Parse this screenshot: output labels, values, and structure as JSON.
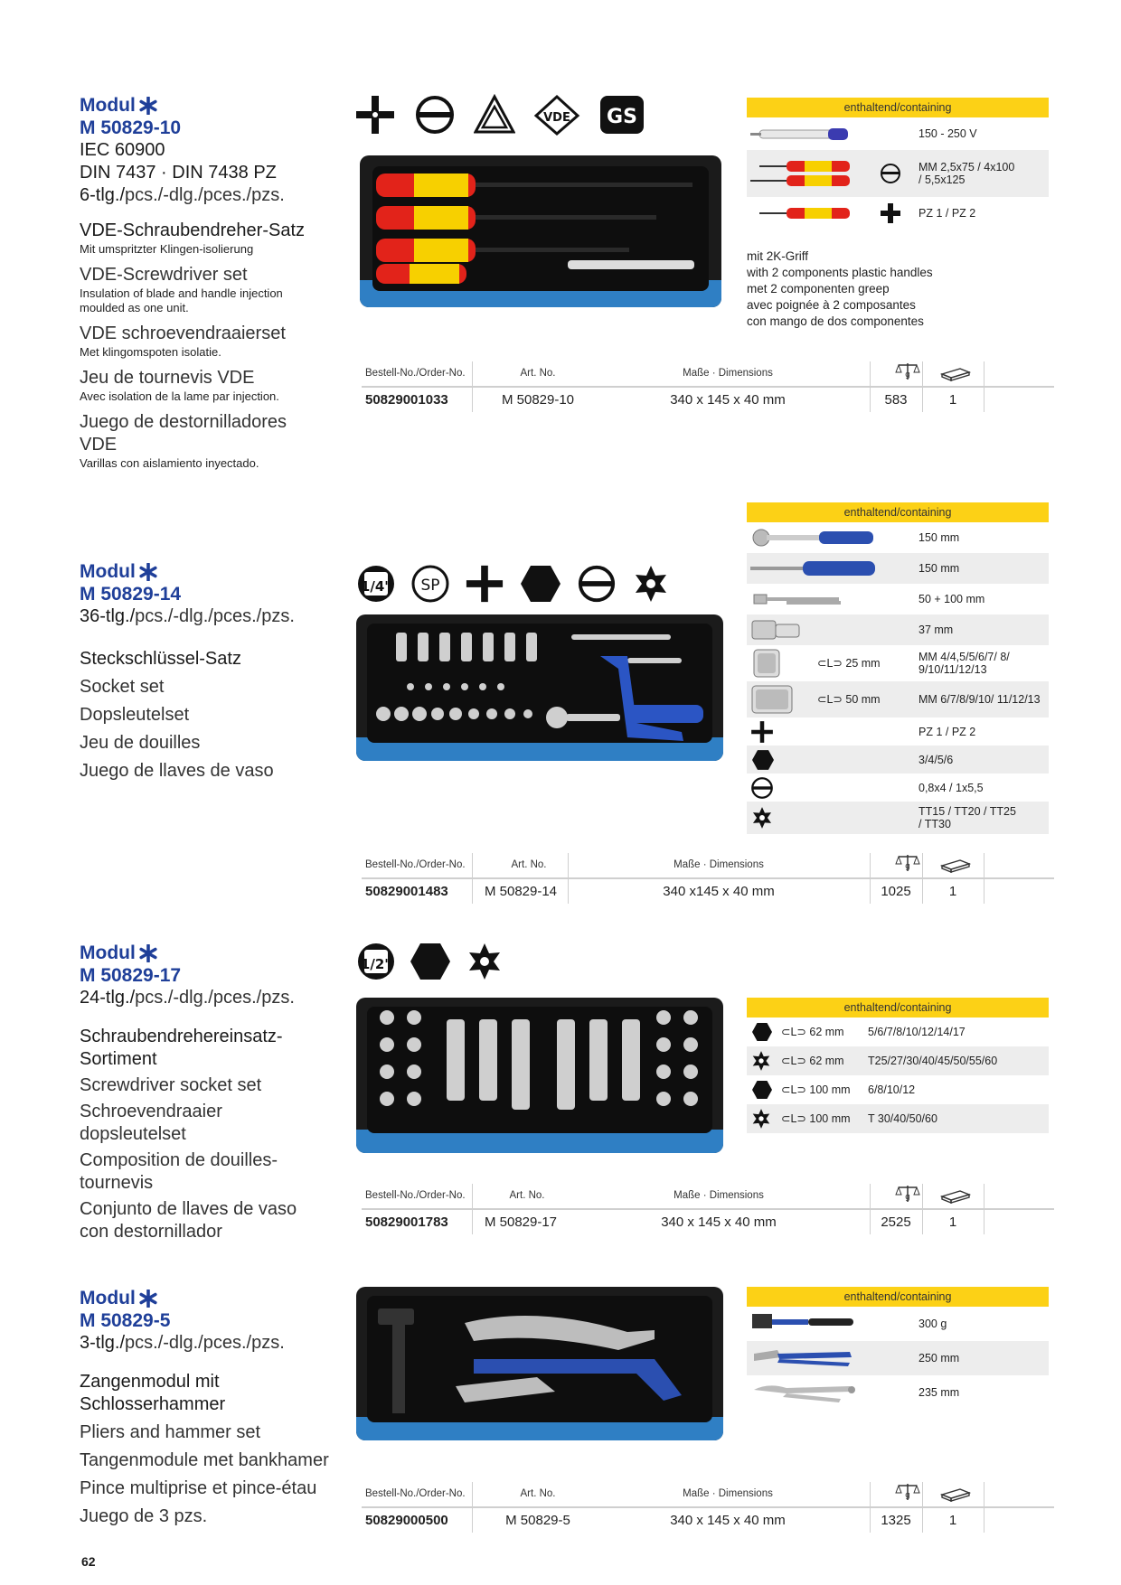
{
  "page_number": "62",
  "modules": [
    {
      "label": "Modul",
      "code": "M 50829-10",
      "extra": [
        "IEC 60900",
        "DIN 7437 · DIN 7438 PZ"
      ],
      "count_bold": "6-tlg./",
      "count_rest": "pcs./-dlg./pces./pzs.",
      "titles": [
        {
          "title": "VDE-Schraubendreher-Satz",
          "sub": "Mit umspritzter Klingen-isolierung"
        },
        {
          "title": "VDE-Screwdriver set",
          "sub": "Insulation of blade and handle injection moulded as one unit."
        },
        {
          "title": "VDE schroevendraaierset",
          "sub": "Met klingomspoten isolatie."
        },
        {
          "title": "Jeu de tournevis VDE",
          "sub": "Avec isolation de la lame par injection."
        },
        {
          "title": "Juego de destornilladores VDE",
          "sub": "Varillas con aislamiento inyectado."
        }
      ],
      "symbols": [
        "phillips-cross-icon",
        "slotted-icon",
        "triangle-insulation-icon",
        "vde-mark-icon",
        "gs-mark-icon"
      ],
      "vde_text": "VDE",
      "gs_text": "GS",
      "containing_label": "enthaltend/containing",
      "containing": [
        {
          "icon": "voltage-tester-icon",
          "text": "150 - 250 V"
        },
        {
          "icon": "vde-slotted-screwdrivers-icon",
          "text": "MM 2,5x75 / 4x100 / 5,5x125"
        },
        {
          "icon": "vde-pz-screwdriver-icon",
          "text": "PZ 1 / PZ 2"
        }
      ],
      "note": [
        "mit 2K-Griff",
        "with 2 components plastic handles",
        "met 2 componenten greep",
        "avec poignée à 2 composantes",
        "con mango de dos componentes"
      ],
      "order": {
        "order_label": "Bestell-No./Order-No.",
        "art_label": "Art. No.",
        "dim_label": "Maße · Dimensions",
        "order_no": "50829001033",
        "art_no": "M 50829-10",
        "dims": "340 x 145 x 40 mm",
        "weight": "583",
        "qty": "1"
      }
    },
    {
      "label": "Modul",
      "code": "M 50829-14",
      "count_bold": "36-tlg./",
      "count_rest": "pcs./-dlg./pces./pzs.",
      "titles": [
        "Steckschlüssel-Satz",
        "Socket set",
        "Dopsleutelset",
        "Jeu de douilles",
        "Juego de llaves de vaso"
      ],
      "symbols": [
        "quarter-inch-drive-icon",
        "sp-mark-icon",
        "phillips-cross-icon",
        "hexagon-icon",
        "slotted-icon",
        "torx-icon"
      ],
      "drive_text": "1/4\"",
      "sp_text": "SP",
      "containing_label": "enthaltend/containing",
      "containing": [
        {
          "icon": "ratchet-icon",
          "mid": "",
          "text": "150 mm"
        },
        {
          "icon": "screwdriver-handle-icon",
          "mid": "",
          "text": "150 mm"
        },
        {
          "icon": "extension-bar-icon",
          "mid": "",
          "text": "50 + 100 mm"
        },
        {
          "icon": "universal-joint-icon",
          "mid": "",
          "text": "37 mm"
        },
        {
          "icon": "short-socket-icon",
          "mid": "⊂L⊃ 25 mm",
          "text": "MM 4/4,5/5/6/7/ 8/ 9/10/11/12/13"
        },
        {
          "icon": "long-socket-icon",
          "mid": "⊂L⊃ 50 mm",
          "text": "MM 6/7/8/9/10/ 11/12/13"
        },
        {
          "icon": "phillips-cross-icon",
          "mid": "",
          "text": "PZ 1 / PZ 2"
        },
        {
          "icon": "hexagon-icon",
          "mid": "",
          "text": "3/4/5/6"
        },
        {
          "icon": "slotted-icon",
          "mid": "",
          "text": "0,8x4 / 1x5,5"
        },
        {
          "icon": "torx-icon",
          "mid": "",
          "text": "TT15 / TT20 / TT25 / TT30"
        }
      ],
      "order": {
        "order_label": "Bestell-No./Order-No.",
        "art_label": "Art. No.",
        "dim_label": "Maße · Dimensions",
        "order_no": "50829001483",
        "art_no": "M 50829-14",
        "dims": "340 x145 x 40 mm",
        "weight": "1025",
        "qty": "1"
      }
    },
    {
      "label": "Modul",
      "code": "M 50829-17",
      "count_bold": "24-tlg./",
      "count_rest": "pcs./-dlg./pces./pzs.",
      "titles": [
        "Schraubendrehereinsatz-Sortiment",
        "Screwdriver socket set",
        "Schroevendraaier dopsleutelset",
        "Composition de douilles-tournevis",
        "Conjunto de llaves de vaso con destornillador"
      ],
      "symbols": [
        "half-inch-drive-icon",
        "hexagon-icon",
        "torx-icon"
      ],
      "drive_text": "1/2\"",
      "containing_label": "enthaltend/containing",
      "containing": [
        {
          "icon": "hexagon-icon",
          "len": "⊂L⊃ 62 mm",
          "text": "5/6/7/8/10/12/14/17"
        },
        {
          "icon": "torx-icon",
          "len": "⊂L⊃ 62 mm",
          "text": "T25/27/30/40/45/50/55/60"
        },
        {
          "icon": "hexagon-icon",
          "len": "⊂L⊃ 100 mm",
          "text": "6/8/10/12"
        },
        {
          "icon": "torx-icon",
          "len": "⊂L⊃ 100 mm",
          "text": "T 30/40/50/60"
        }
      ],
      "order": {
        "order_label": "Bestell-No./Order-No.",
        "art_label": "Art. No.",
        "dim_label": "Maße · Dimensions",
        "order_no": "50829001783",
        "art_no": "M 50829-17",
        "dims": "340 x 145 x 40 mm",
        "weight": "2525",
        "qty": "1"
      }
    },
    {
      "label": "Modul",
      "code": "M 50829-5",
      "count_bold": "3-tlg./",
      "count_rest": "pcs./-dlg./pces./pzs.",
      "titles": [
        "Zangenmodul mit Schlosserhammer",
        "Pliers and hammer set",
        "Tangenmodule met bankhamer",
        "Pince multiprise et pince-étau",
        "Juego de 3 pzs."
      ],
      "containing_label": "enthaltend/containing",
      "containing": [
        {
          "icon": "hammer-icon",
          "text": "300 g"
        },
        {
          "icon": "water-pump-pliers-icon",
          "text": "250 mm"
        },
        {
          "icon": "locking-pliers-icon",
          "text": "235 mm"
        }
      ],
      "order": {
        "order_label": "Bestell-No./Order-No.",
        "art_label": "Art. No.",
        "dim_label": "Maße · Dimensions",
        "order_no": "50829000500",
        "art_no": "M 50829-5",
        "dims": "340 x 145 x 40 mm",
        "weight": "1325",
        "qty": "1"
      }
    }
  ],
  "colors": {
    "accent_blue": "#1f3f99",
    "yellow": "#fcd116",
    "foam_blue": "#2f7fc4",
    "foam_black": "#1b1b1b"
  }
}
